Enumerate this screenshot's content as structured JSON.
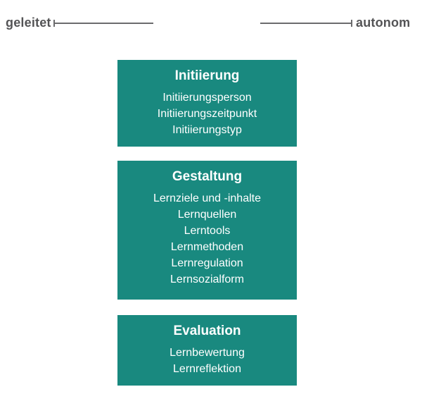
{
  "scale": {
    "left_label": "geleitet",
    "right_label": "autonom"
  },
  "boxes": [
    {
      "title": "Initiierung",
      "items": [
        "Initiierungsperson",
        "Initiierungszeitpunkt",
        "Initiierungstyp"
      ]
    },
    {
      "title": "Gestaltung",
      "items": [
        "Lernziele und -inhalte",
        "Lernquellen",
        "Lerntools",
        "Lernmethoden",
        "Lernregulation",
        "Lernsozialform"
      ]
    },
    {
      "title": "Evaluation",
      "items": [
        "Lernbewertung",
        "Lernreflektion"
      ]
    }
  ],
  "colors": {
    "box_bg": "#19897F",
    "box_text": "#FFFFFF",
    "label_gray": "#545456",
    "line_gray": "#6B6B6D",
    "page_bg": "#FFFFFF"
  }
}
